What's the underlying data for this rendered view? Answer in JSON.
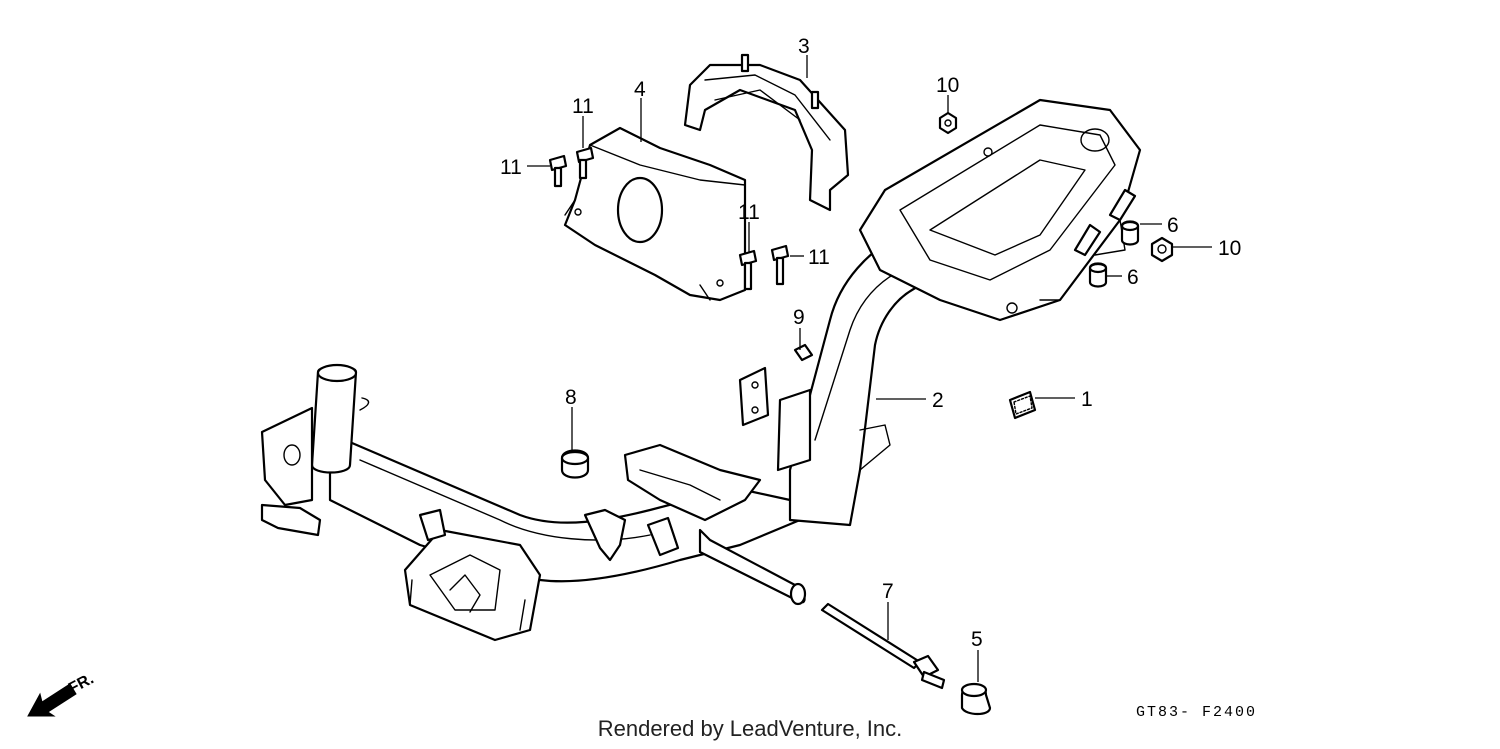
{
  "callouts": {
    "c1": "1",
    "c2": "2",
    "c3": "3",
    "c4": "4",
    "c5": "5",
    "c6a": "6",
    "c6b": "6",
    "c7": "7",
    "c8": "8",
    "c9": "9",
    "c10a": "10",
    "c10b": "10",
    "c11a": "11",
    "c11b": "11",
    "c11c": "11",
    "c11d": "11"
  },
  "diagram_code": "GT83- F2400",
  "direction_label": "FR.",
  "credit": "Rendered by LeadVenture, Inc."
}
